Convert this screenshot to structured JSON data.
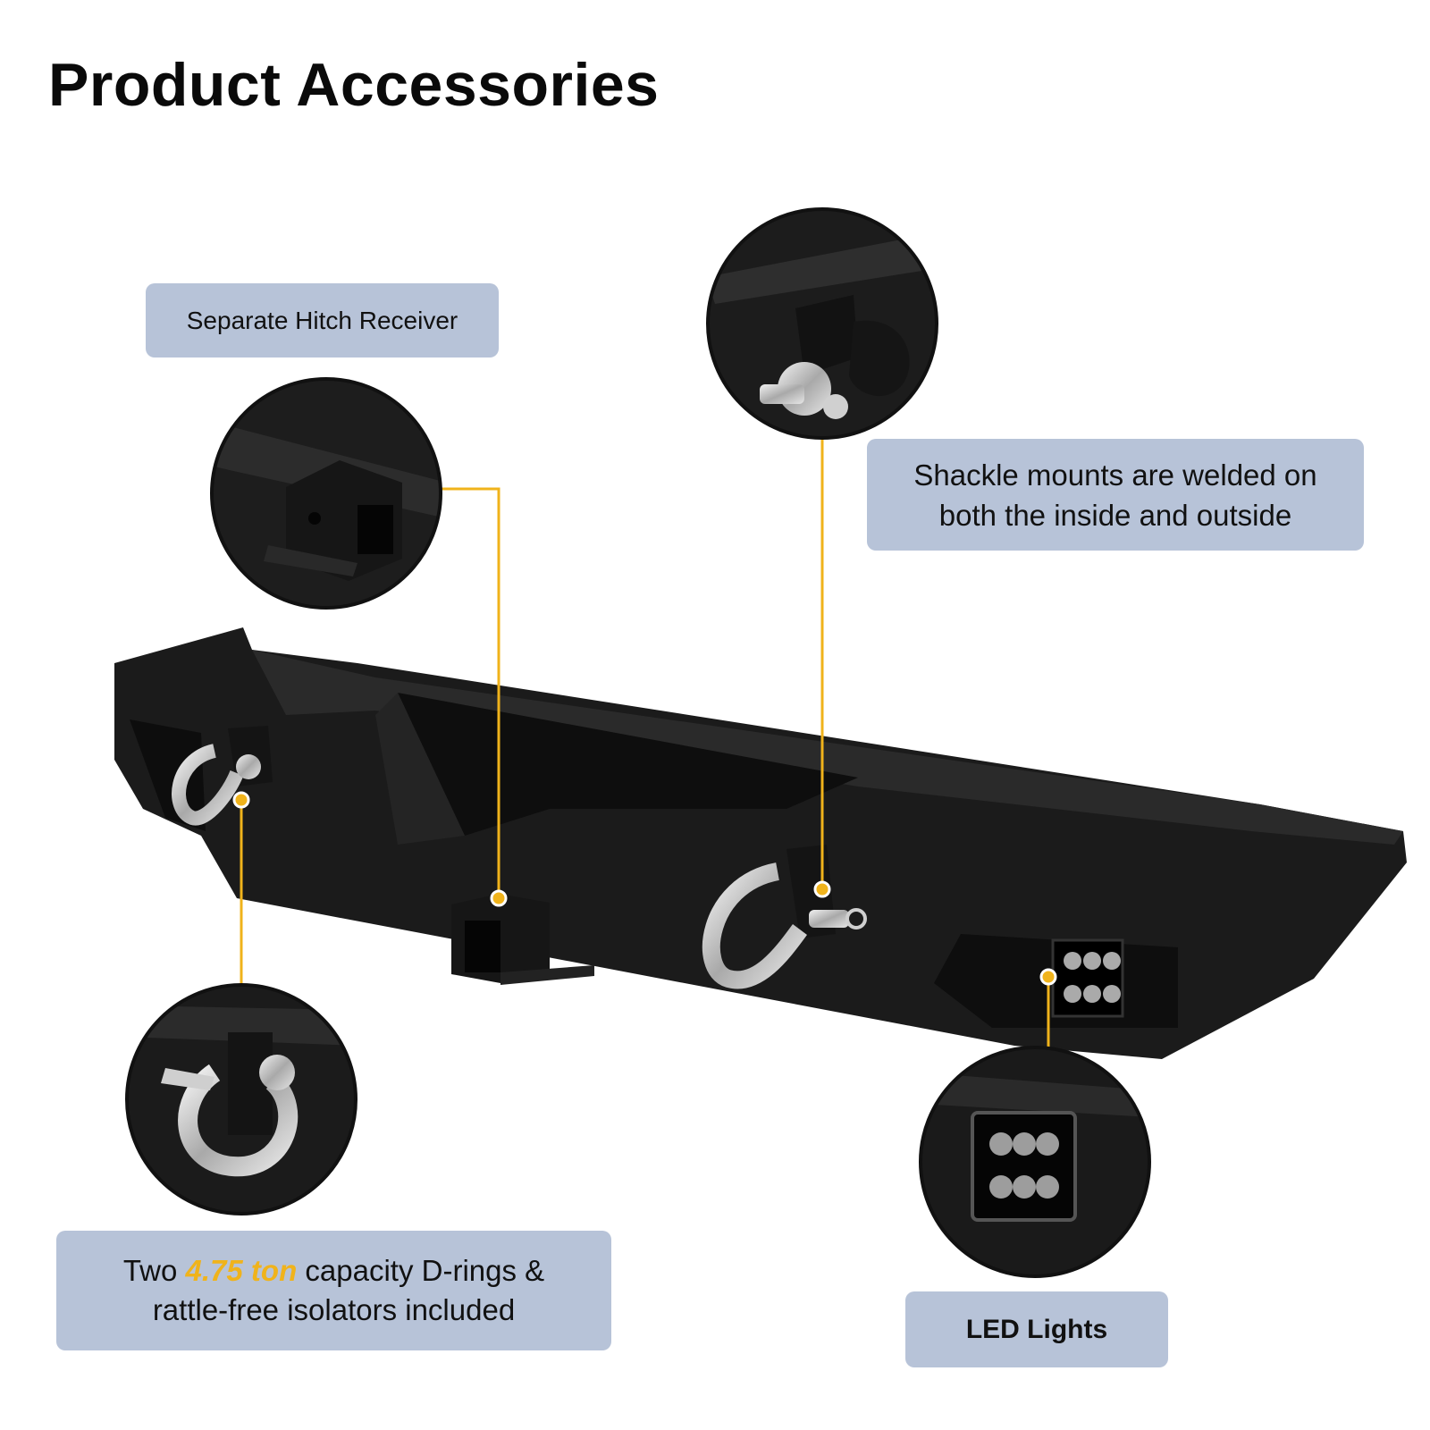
{
  "page": {
    "title": "Product Accessories"
  },
  "labels": {
    "hitch": "Separate Hitch Receiver",
    "shackle_line1": "Shackle mounts are welded on",
    "shackle_line2": "both the inside and outside",
    "drings_prefix": "Two ",
    "drings_highlight": "4.75 ton",
    "drings_suffix": " capacity D-rings &",
    "drings_line2": "rattle-free isolators included",
    "led": "LED Lights"
  },
  "colors": {
    "accent": "#f0b31b",
    "label_bg": "#b7c3d8",
    "product": "#1a1a1a"
  },
  "icons": {
    "callout_dot": "yellow-dot-icon"
  }
}
